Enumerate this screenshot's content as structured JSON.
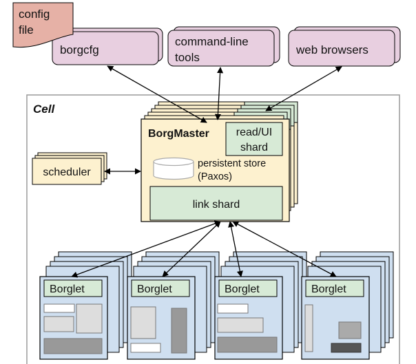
{
  "config_file": {
    "line1": "config",
    "line2": "file"
  },
  "clients": {
    "borgcfg": "borgcfg",
    "cli_line1": "command-line",
    "cli_line2": "tools",
    "web": "web browsers"
  },
  "cell": {
    "title": "Cell",
    "borgmaster": "BorgMaster",
    "readui_line1": "read/UI",
    "readui_line2": "shard",
    "store_line1": "persistent store",
    "store_line2": "(Paxos)",
    "link_shard": "link shard",
    "scheduler": "scheduler"
  },
  "borglets": [
    "Borglet",
    "Borglet",
    "Borglet",
    "Borglet"
  ],
  "colors": {
    "client_fill": "#e8cfe0",
    "config_fill": "#e6b1a6",
    "master_fill": "#fdf1cf",
    "shard_fill": "#d7ead6",
    "machine_fill": "#cfdff0",
    "cell_border": "#9a9a9a"
  }
}
